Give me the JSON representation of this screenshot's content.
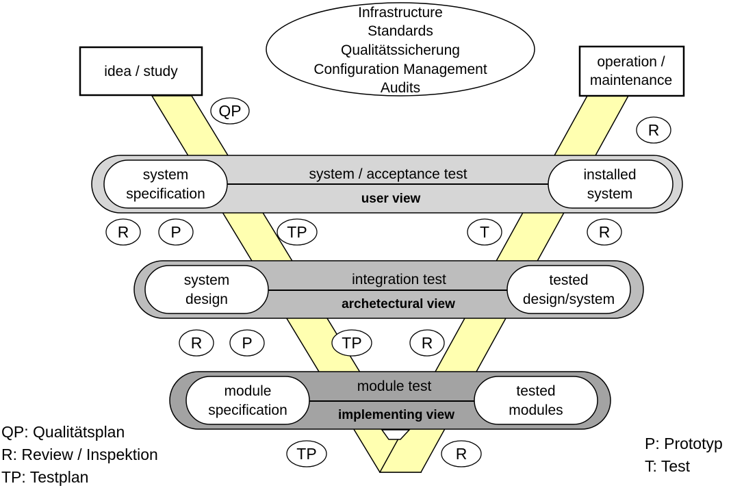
{
  "top_ellipse": {
    "lines": [
      "Infrastructure",
      "Standards",
      "Qualitätssicherung",
      "Configuration Management",
      "Audits"
    ]
  },
  "boxes": {
    "idea": "idea / study",
    "operation": [
      "operation /",
      "maintenance"
    ]
  },
  "levels": {
    "user": {
      "left": [
        "system",
        "specification"
      ],
      "test": "system / acceptance test",
      "view": "user view",
      "right": [
        "installed",
        "system"
      ]
    },
    "architectural": {
      "left": [
        "system",
        "design"
      ],
      "test": "integration test",
      "view": "archetectural view",
      "right": [
        "tested",
        "design/system"
      ]
    },
    "implementing": {
      "left": [
        "module",
        "specification"
      ],
      "test": "module test",
      "view": "implementing view",
      "right": [
        "tested",
        "modules"
      ]
    }
  },
  "markers": {
    "qp": "QP",
    "r": "R",
    "p": "P",
    "tp": "TP",
    "t": "T"
  },
  "legend": {
    "qp": "QP: Qualitätsplan",
    "r": "R: Review / Inspektion",
    "tp": "TP: Testplan",
    "p": "P: Prototyp",
    "t": "T: Test"
  },
  "colors": {
    "band_yellow": "#ffffb0",
    "level_user": "#d6d6d6",
    "level_architectural": "#bdbdbd",
    "level_implementing": "#a3a3a3"
  }
}
